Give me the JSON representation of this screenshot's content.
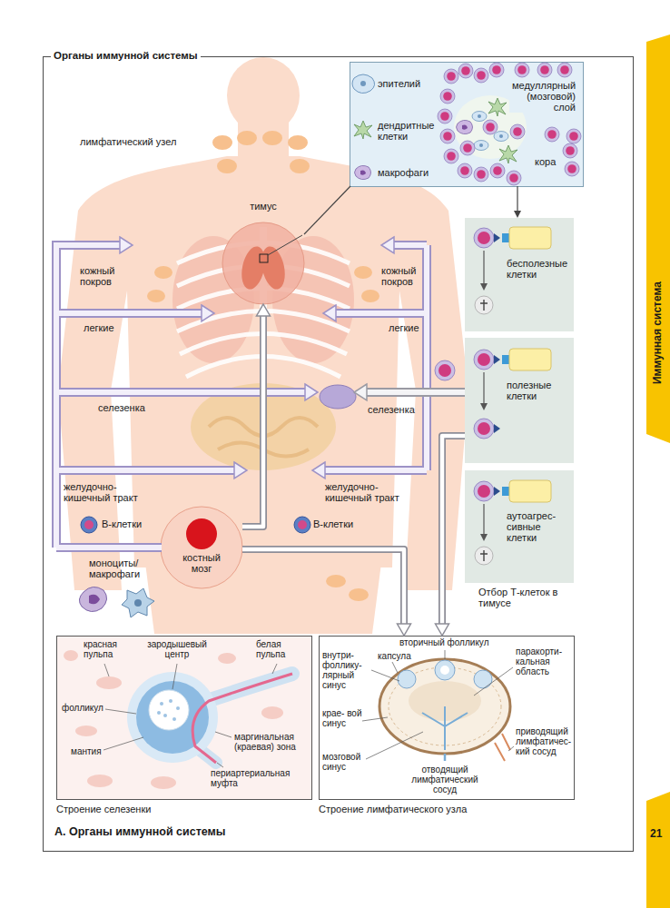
{
  "diagram": {
    "title": "Органы иммунной системы",
    "caption": "А. Органы иммунной системы",
    "nodes": [
      {
        "text": [
          "тимус"
        ]
      },
      {
        "text": [
          "медуллярный (мозговой) слой",
          "кора"
        ]
      },
      {
        "text": [
          "бесполезные клетки"
        ]
      },
      {
        "text": [
          "полезные клетки"
        ]
      },
      {
        "text": [
          "аутоагрес- сивные клетки"
        ]
      },
      {
        "text": [
          "костный мозг"
        ]
      },
      {
        "text": [
          "Строение селезенки"
        ]
      },
      {
        "text": [
          "Строение лимфатического узла"
        ]
      }
    ],
    "edges": [
      {
        "from": 5,
        "to": 0,
        "arrow": "to"
      },
      {
        "from": 0,
        "to": 1,
        "arrow": "none"
      },
      {
        "from": 1,
        "to": 2,
        "arrow": "to"
      },
      {
        "from": 3,
        "to": 7,
        "arrow": "to"
      },
      {
        "from": 5,
        "to": 7,
        "arrow": "to"
      }
    ],
    "labels": [
      "лимфатический узел",
      "кожный покров",
      "кожный покров",
      "легкие",
      "легкие",
      "селезенка",
      "селезенка",
      "желудочно- кишечный тракт",
      "желудочно- кишечный тракт",
      "В-клетки",
      "В-клетки",
      "моноциты/ макрофаги",
      "Отбор Т-клеток в тимусе",
      "красная пульпа",
      "зародышевый центр",
      "белая пульпа",
      "фолликул",
      "мантия",
      "маргинальная (краевая) зона",
      "периартериальная муфта",
      "вторичный фолликул",
      "внутри- фоллику- лярный синус",
      "капсула",
      "паракорти- кальная область",
      "крае- вой синус",
      "мозговой синус",
      "отводящий лимфатический сосуд",
      "приводящий лимфатичес- кий сосуд",
      "Иммунная система",
      "21"
    ],
    "legend": [
      {
        "text": "эпителий"
      },
      {
        "text": "дендритные клетки"
      },
      {
        "text": "макрофаги"
      }
    ]
  }
}
